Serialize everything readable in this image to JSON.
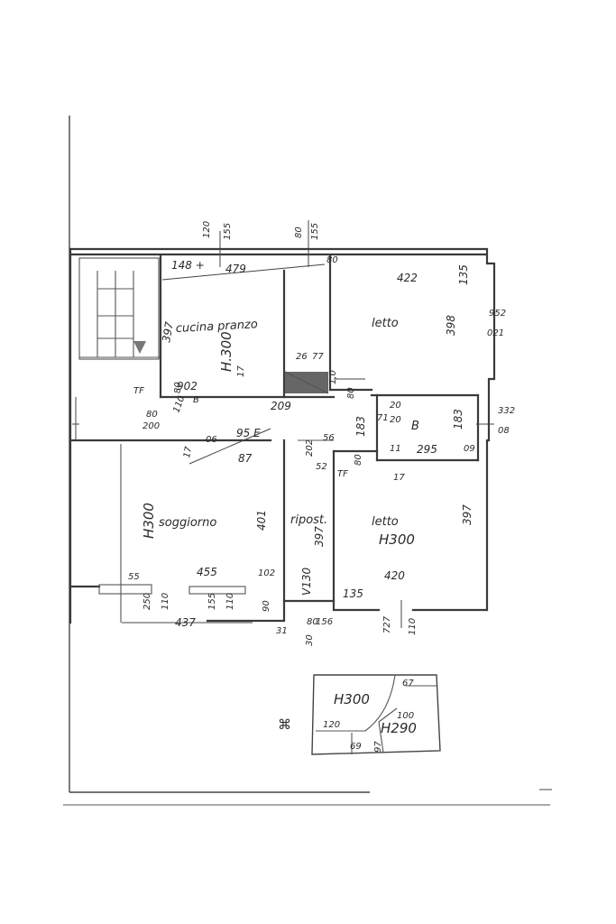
{
  "rooms": {
    "cucina": "cucina pranzo",
    "letto_top": "letto",
    "bagno": "B",
    "soggiorno": "soggiorno",
    "ripost": "ripost.",
    "letto_bottom": "letto"
  },
  "heights": {
    "cucina": "H.300",
    "soggiorno": "H300",
    "letto_bottom": "H300",
    "inset_a": "H300",
    "inset_b": "H290"
  },
  "dims": {
    "d120": "120",
    "d155a": "155",
    "d80a": "80",
    "d155b": "155",
    "d148": "148 +",
    "d479": "479",
    "d80b": "80",
    "d422": "422",
    "d135a": "135",
    "d398": "398",
    "d952": "952",
    "d021": "021",
    "d397a": "397",
    "d26": "26",
    "d77": "77",
    "d1o": "1,0",
    "dTF1": "TF",
    "d902": "902",
    "d80c": "80",
    "dB": "B",
    "d17a": "17",
    "d209": "209",
    "d80d": "80",
    "d80e": "80",
    "d200": "200",
    "d110": "110",
    "d20a": "20",
    "d71": "71",
    "d20b": "20",
    "d183a": "183",
    "d183b": "183",
    "d332": "332",
    "d08": "08",
    "d06": "06",
    "d95": "95 E",
    "d87": "87",
    "d17b": "17",
    "d56": "56",
    "d202": "202",
    "d52": "52",
    "d80f": "80",
    "dTF2": "TF",
    "d11": "11",
    "d295": "295",
    "d09": "09",
    "d17c": "17",
    "d401": "401",
    "d397b": "397",
    "d397c": "397",
    "d55": "55",
    "d455": "455",
    "d102": "102",
    "dV130": "V130",
    "d135b": "135",
    "d420": "420",
    "d250": "250",
    "d110b": "110",
    "d155c": "155",
    "d110c": "110",
    "d437": "437",
    "d90": "90",
    "d80g": "80",
    "d156": "156",
    "d31": "31",
    "d30": "30",
    "d727": "727",
    "d110d": "110",
    "d67": "67",
    "d120b": "120",
    "d100": "100",
    "d69": "69",
    "d97": "97"
  },
  "markers": {
    "scribble": "⌘"
  }
}
